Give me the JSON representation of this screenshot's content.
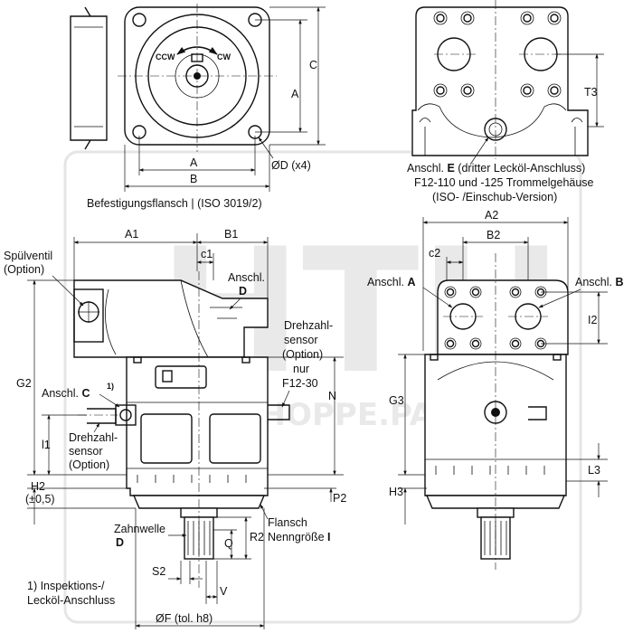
{
  "watermark": {
    "main": "HTH",
    "url": "WWW.HOPPE.PAR"
  },
  "top_left": {
    "ccw": "CCW",
    "cw": "CW",
    "dim_c": "C",
    "dim_a_vertical": "A",
    "dim_a_horizontal": "A",
    "dim_b": "B",
    "dim_d": "ØD (x4)",
    "caption": "Befestigungsflansch | (ISO 3019/2)"
  },
  "top_right": {
    "dim_t3": "T3",
    "caption_line1_pre": "Anschl. ",
    "caption_line1_bold": "E",
    "caption_line1_post": " (dritter Lecköl-Anschluss)",
    "caption_line2": "F12-110 und -125 Trommelgehäuse",
    "caption_line3": "(ISO- /Einschub-Version)"
  },
  "bottom_left": {
    "dim_a1": "A1",
    "dim_b1": "B1",
    "dim_c1": "c1",
    "spuelventil_1": "Spülventil",
    "spuelventil_2": "(Option)",
    "anschl_d_1": "Anschl.",
    "anschl_d_2": "D",
    "drehzahl_top_1": "Drehzahl-",
    "drehzahl_top_2": "sensor",
    "drehzahl_top_3": "(Option)",
    "drehzahl_top_4": "nur",
    "drehzahl_top_5": "F12-30",
    "dim_n": "N",
    "dim_g2": "G2",
    "anschl_c_pre": "Anschl. ",
    "anschl_c_bold": "C",
    "note_mark": "1)",
    "dim_l1": "l1",
    "drehzahl_low_1": "Drehzahl-",
    "drehzahl_low_2": "sensor",
    "drehzahl_low_3": "(Option)",
    "dim_h2": "H2",
    "dim_h2_tol": "(±0,5)",
    "dim_p2": "P2",
    "zahnwelle_1": "Zahnwelle",
    "zahnwelle_2": "D",
    "flansch_1": "Flansch",
    "flansch_2_pre": "Nenngröße ",
    "flansch_2_bold": "I",
    "dim_r2": "R2",
    "dim_q": "Q",
    "dim_s2": "S2",
    "dim_v": "V",
    "dim_f": "ØF (tol. h8)",
    "footnote_1": "1) Inspektions-/",
    "footnote_2": "Lecköl-Anschluss"
  },
  "bottom_right": {
    "dim_a2": "A2",
    "dim_b2": "B2",
    "dim_c2": "c2",
    "anschl_a_pre": "Anschl. ",
    "anschl_a_bold": "A",
    "anschl_b_pre": "Anschl. ",
    "anschl_b_bold": "B",
    "dim_i2": "I2",
    "dim_g3": "G3",
    "dim_l3": "L3",
    "dim_h3": "H3"
  }
}
